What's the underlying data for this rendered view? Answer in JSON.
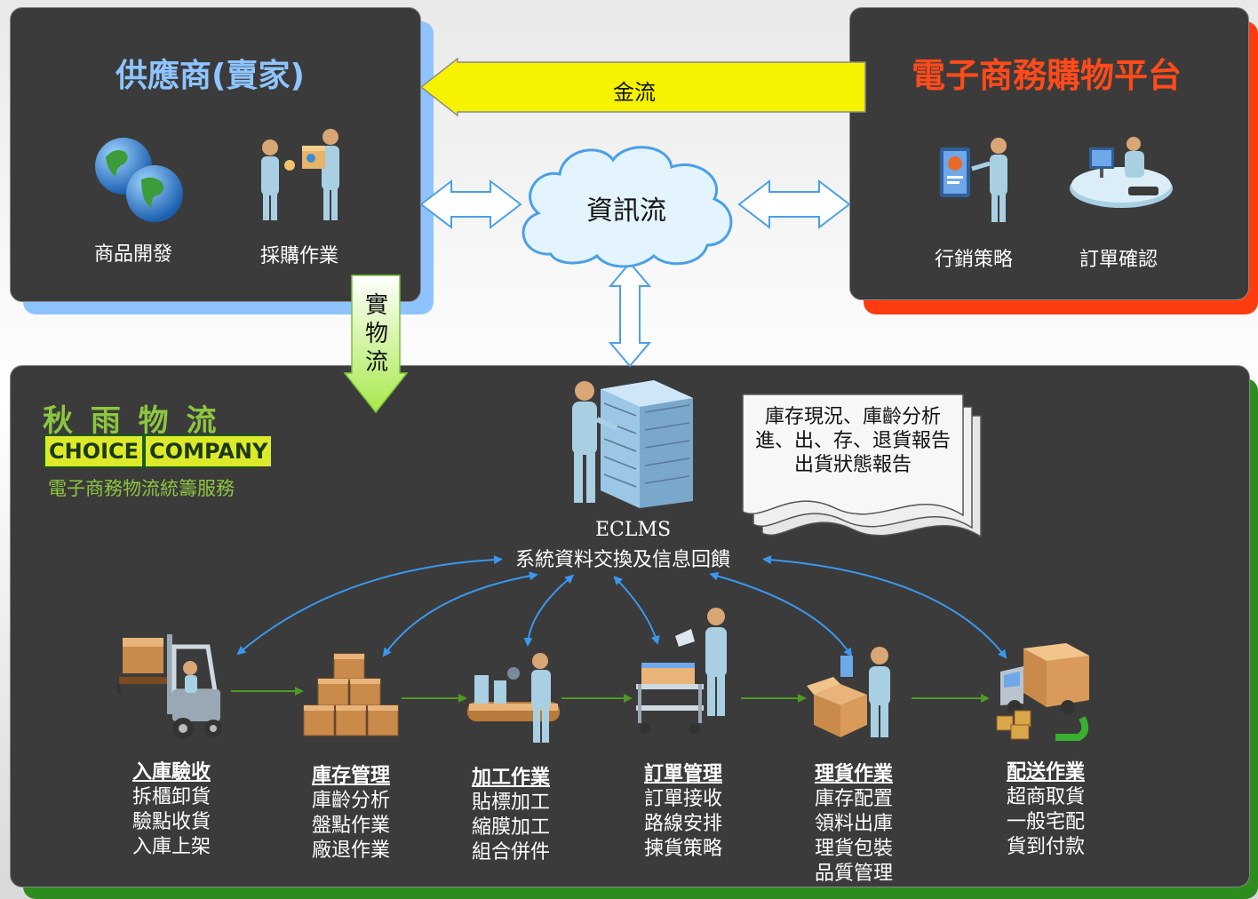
{
  "supplier": {
    "title": "供應商(賣家)",
    "items": [
      "商品開發",
      "採購作業"
    ]
  },
  "platform": {
    "title": "電子商務購物平台",
    "items": [
      "行銷策略",
      "訂單確認"
    ]
  },
  "flows": {
    "money": "金流",
    "info": "資訊流",
    "physical": [
      "實",
      "物",
      "流"
    ]
  },
  "company": {
    "name": "秋 雨 物 流",
    "logo_left": "CHOICE",
    "logo_right": "COMPANY",
    "tagline": "電子商務物流統籌服務"
  },
  "report": {
    "lines": [
      "庫存現況、庫齡分析",
      "進、出、存、退貨報告",
      "出貨狀態報告"
    ]
  },
  "eclms": {
    "name": "ECLMS",
    "desc": "系統資料交換及信息回饋"
  },
  "steps": [
    {
      "title": "入庫驗收",
      "items": [
        "拆櫃卸貨",
        "驗點收貨",
        "入庫上架"
      ]
    },
    {
      "title": "庫存管理",
      "items": [
        "庫齡分析",
        "盤點作業",
        "廠退作業"
      ]
    },
    {
      "title": "加工作業",
      "items": [
        "貼標加工",
        "縮膜加工",
        "組合併件"
      ]
    },
    {
      "title": "訂單管理",
      "items": [
        "訂單接收",
        "路線安排",
        "揀貨策略"
      ]
    },
    {
      "title": "理貨作業",
      "items": [
        "庫存配置",
        "領料出庫",
        "理貨包裝",
        "品質管理"
      ]
    },
    {
      "title": "配送作業",
      "items": [
        "超商取貨",
        "一般宅配",
        "貨到付款"
      ]
    }
  ],
  "colors": {
    "panel": "#3b3b3b",
    "supplier_shadow": "#8ec3ff",
    "platform_shadow": "#ff3b10",
    "bottom_shadow": "#2e8b1e",
    "supplier_title": "#8fc4ff",
    "platform_title": "#ff4a1a",
    "company_green": "#8dc63f",
    "logo_yellow": "#ddea2a"
  }
}
